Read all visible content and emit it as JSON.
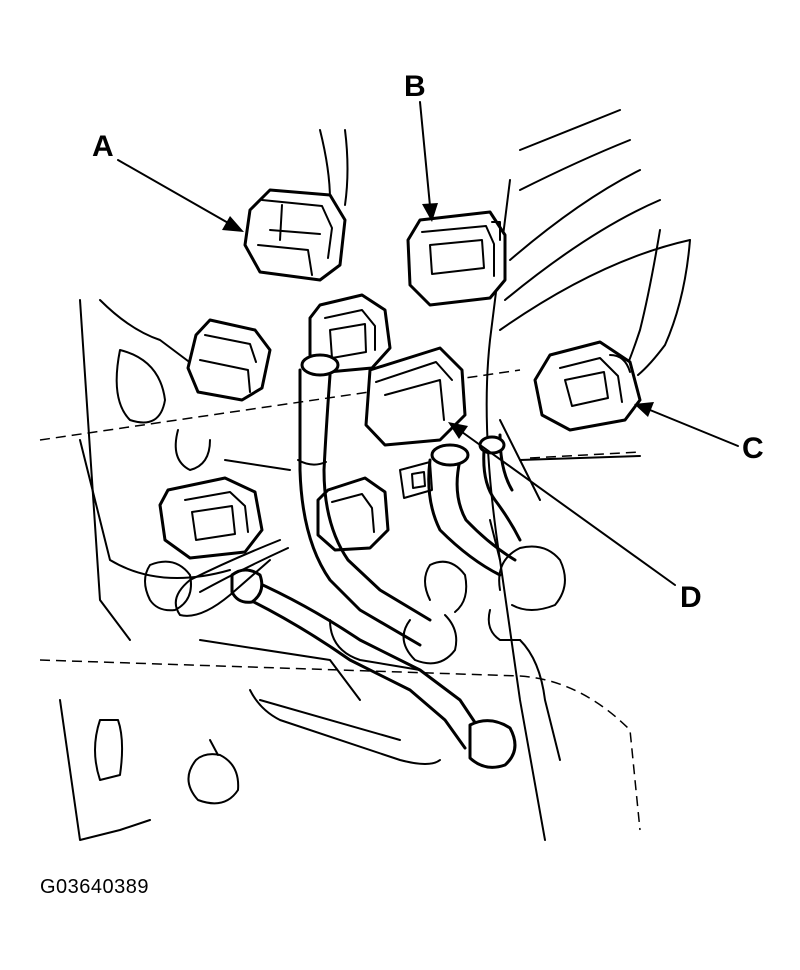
{
  "callouts": {
    "a": "A",
    "b": "B",
    "c": "C",
    "d": "D"
  },
  "figure_code": "G03640389",
  "colors": {
    "ink": "#000000",
    "paper": "#ffffff"
  }
}
